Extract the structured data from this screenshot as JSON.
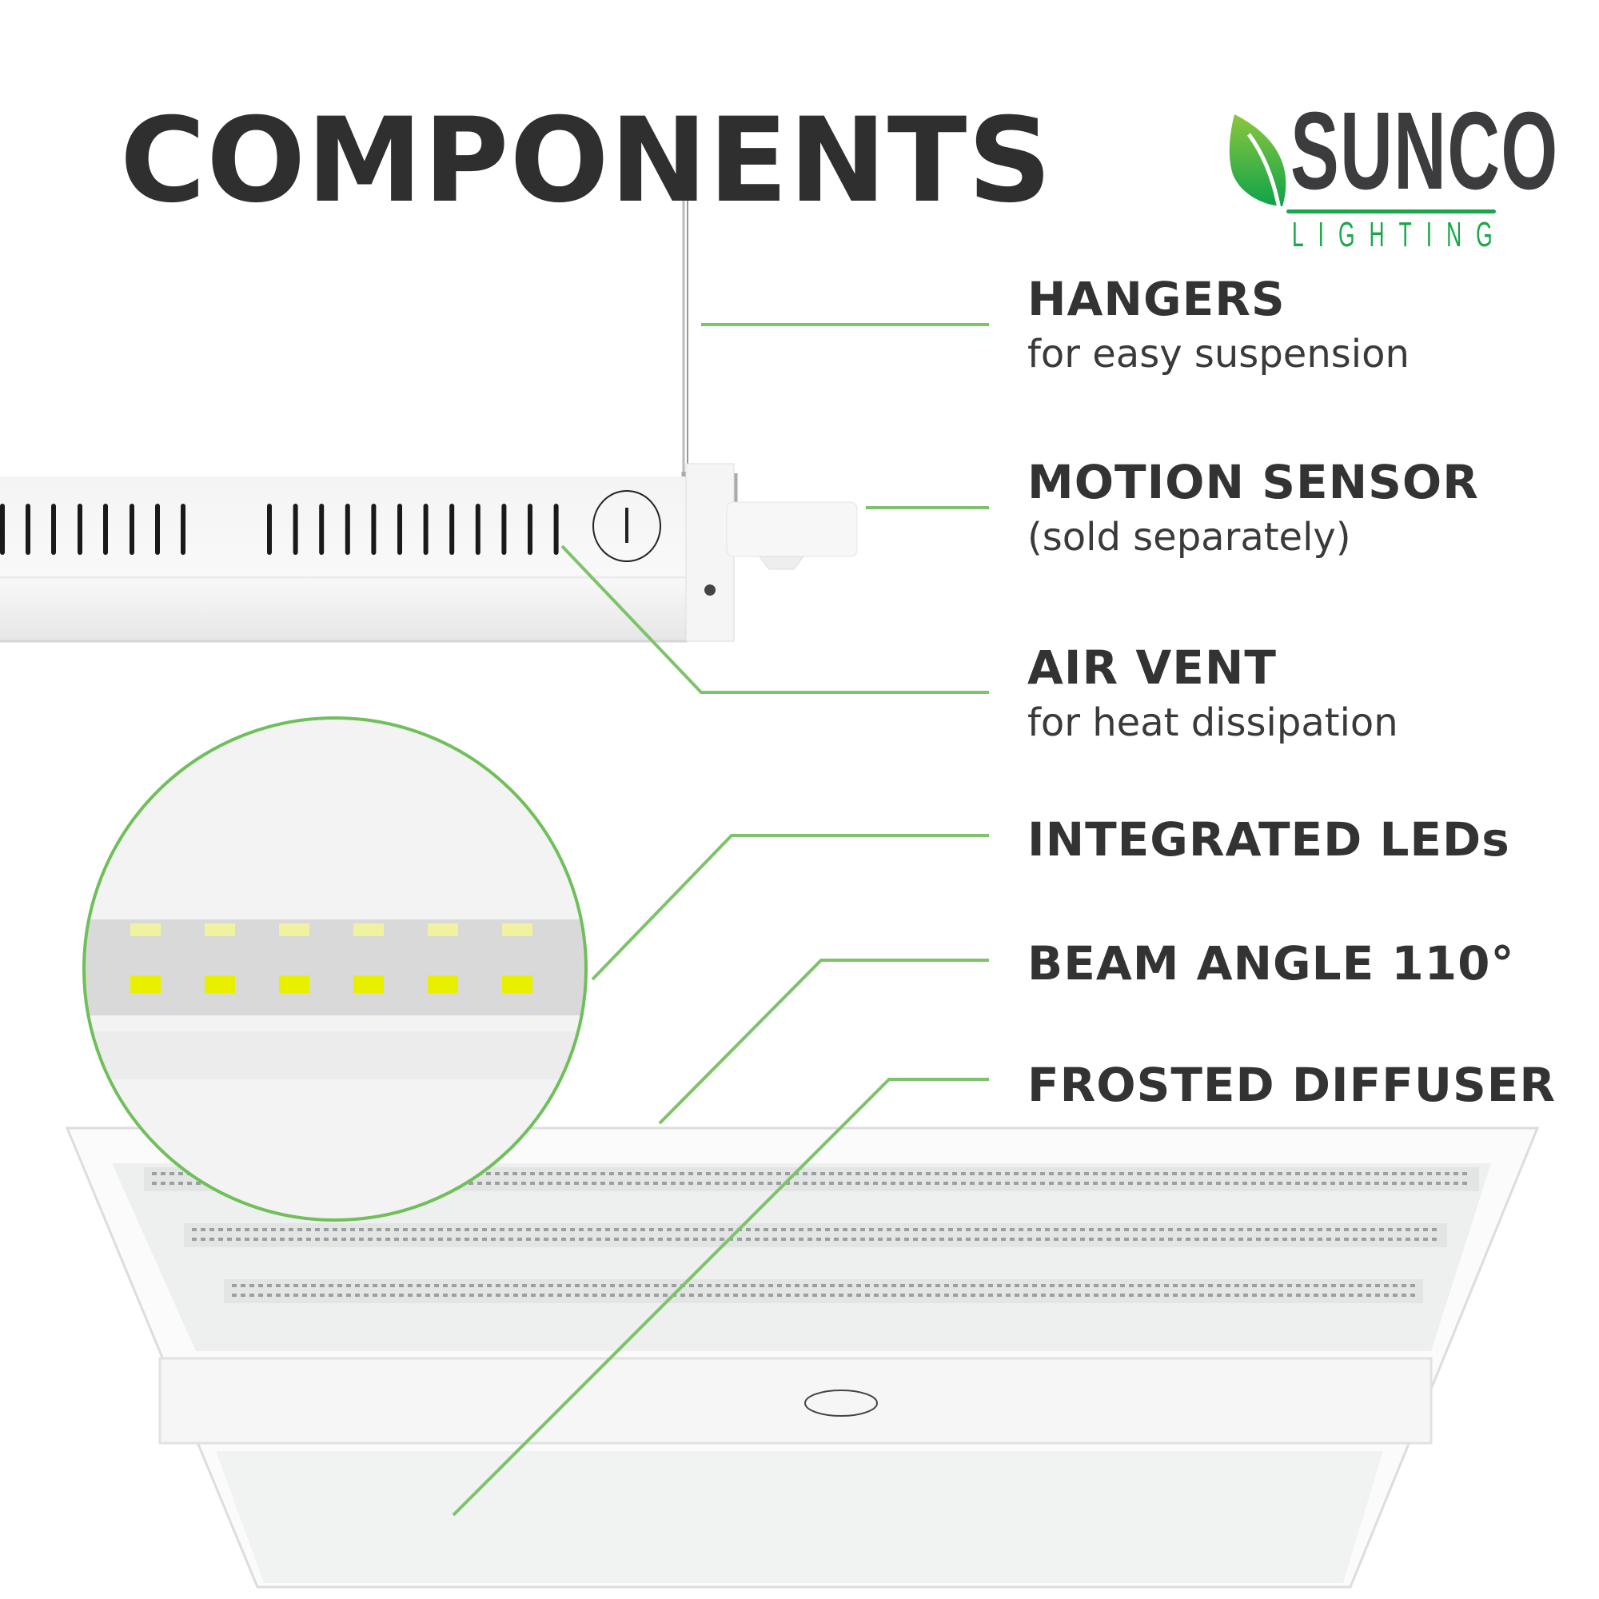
{
  "title": "COMPONENTS",
  "brand": {
    "name": "SUNCO",
    "tagline": "LIGHTING",
    "green": "#1aa64a",
    "dark": "#3c3c3e"
  },
  "accent_line_color": "#7cc36a",
  "components": [
    {
      "heading": "HANGERS",
      "subtitle": "for easy suspension"
    },
    {
      "heading": "MOTION SENSOR",
      "subtitle": "(sold separately)"
    },
    {
      "heading": "AIR VENT",
      "subtitle": "for heat dissipation"
    },
    {
      "heading": "INTEGRATED LEDs"
    },
    {
      "heading": "BEAM ANGLE 110°"
    },
    {
      "heading": "FROSTED DIFFUSER"
    }
  ]
}
